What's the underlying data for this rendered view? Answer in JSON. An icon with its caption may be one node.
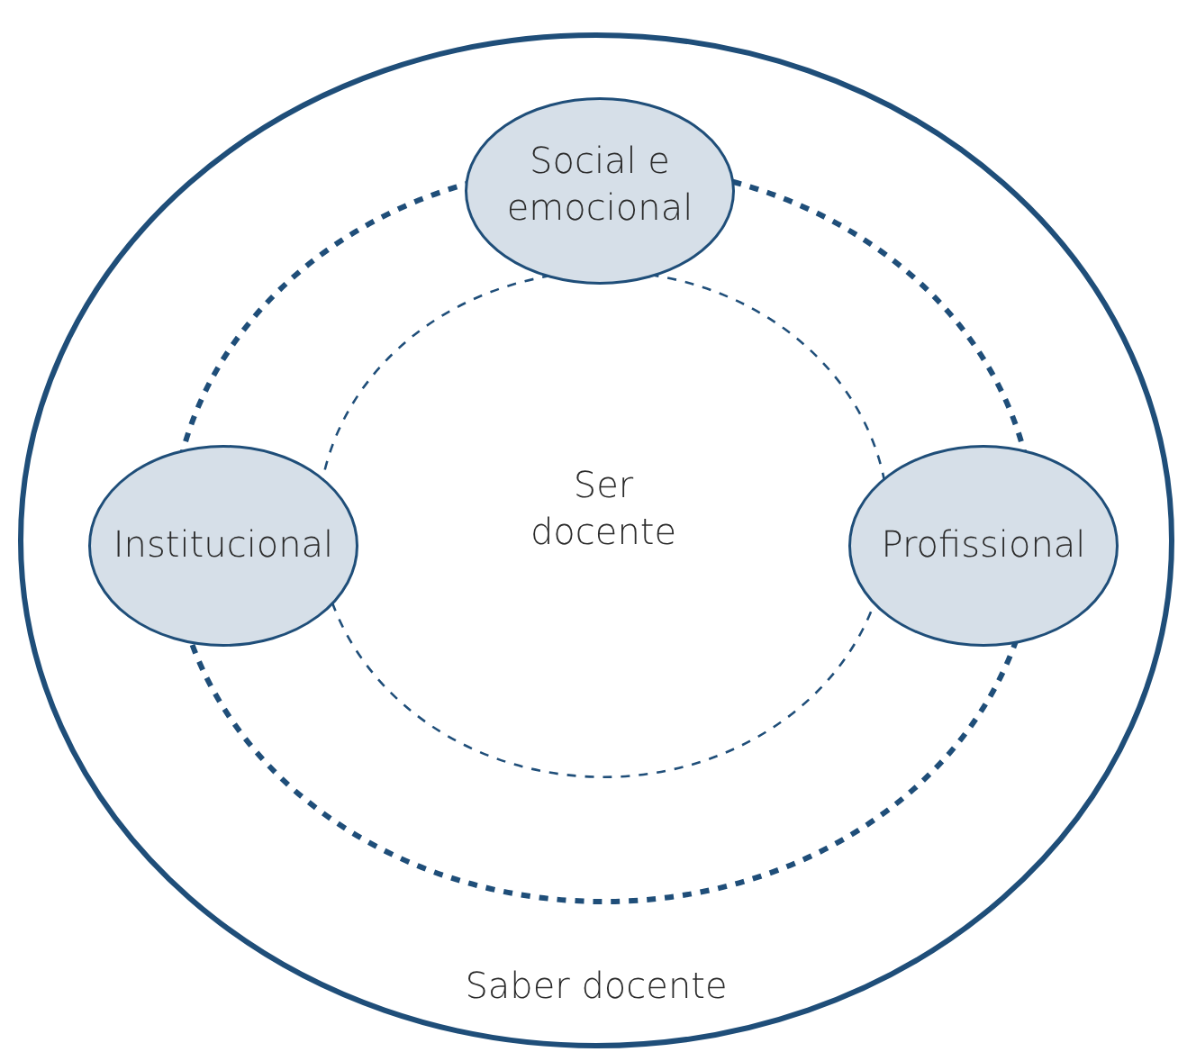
{
  "diagram": {
    "nodes": [
      {
        "text": [
          "Saber docente"
        ]
      },
      {
        "text": [],
        "shape": "circle",
        "in": 0
      },
      {
        "text": [
          "Ser docente"
        ],
        "in": 1
      },
      {
        "text": [
          "Social e emocional"
        ],
        "in": 0
      },
      {
        "text": [
          "Institucional"
        ],
        "in": 0
      },
      {
        "text": [
          "Profissional"
        ],
        "in": 0
      }
    ],
    "edges": []
  }
}
